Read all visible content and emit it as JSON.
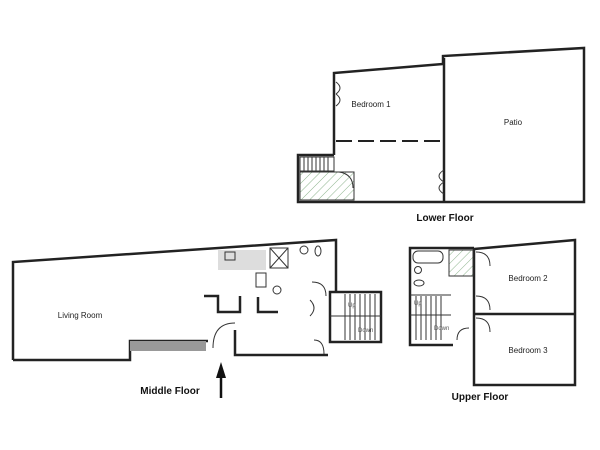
{
  "floors": {
    "lower": {
      "title": "Lower Floor",
      "rooms": [
        "Bedroom 1",
        "Patio"
      ]
    },
    "middle": {
      "title": "Middle Floor",
      "rooms": [
        "Living Room"
      ],
      "stairs": {
        "up": "Up",
        "down": "Down"
      }
    },
    "upper": {
      "title": "Upper Floor",
      "rooms": [
        "Bedroom 2",
        "Bedroom 3"
      ],
      "stairs": {
        "up": "Up",
        "down": "Down"
      }
    }
  },
  "colors": {
    "wall": "#222222",
    "hatch": "#8fb58f",
    "gray_fill": "#cccccc"
  }
}
